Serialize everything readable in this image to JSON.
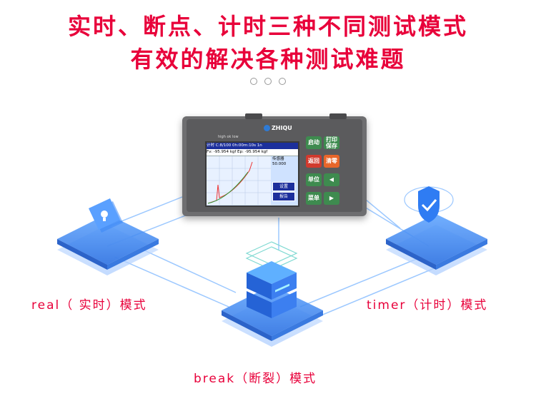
{
  "headline": {
    "line1": "实时、断点、计时三种不同测试模式",
    "line2": "有效的解决各种测试难题"
  },
  "modes": {
    "real": "real（ 实时）模式",
    "timer": "timer（计时）模式",
    "break": "break（断裂）模式"
  },
  "device": {
    "brand": "ZHIQU",
    "leds": "high   ok   low",
    "screen": {
      "title_row": "计时    C:8/100    0h:00m:10s  1n",
      "value_row": "Fv: -95.954 kgf   Ep: -95.954 kgf",
      "sensor_label": "传感器",
      "sensor_value": "50.000",
      "btn_settings": "设置",
      "btn_report": "报告"
    },
    "keys": {
      "start": "启动",
      "print_save": "打印\n保存",
      "back": "返回",
      "clear": "清零",
      "unit": "单位",
      "menu": "菜单"
    }
  },
  "colors": {
    "headline": "#e8003a",
    "label": "#e8003a",
    "platform_blue": "#3f8cff",
    "link_line": "#8fc1ff"
  },
  "icons": {
    "real": "bulb-card-icon",
    "break": "server-stack-icon",
    "timer": "shield-check-icon"
  }
}
